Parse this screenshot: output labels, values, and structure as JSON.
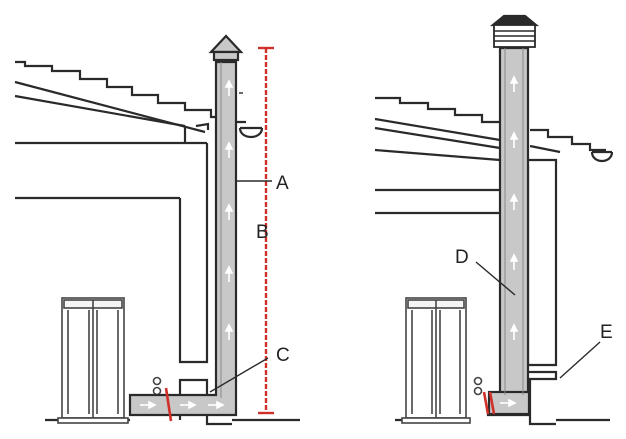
{
  "diagram": {
    "labels": {
      "a": "A",
      "b": "B",
      "c": "C",
      "d": "D",
      "e": "E"
    },
    "colors": {
      "line": "#2a2a2a",
      "pipe_fill": "#c8c8c8",
      "measure": "#d0302a",
      "arrow": "#ffffff"
    },
    "icons": {
      "pipe_cap_left": "conical-cap-icon",
      "pipe_cap_right": "louvered-terminal-icon",
      "boiler": "boiler-unit-icon",
      "gutter": "gutter-icon"
    }
  }
}
